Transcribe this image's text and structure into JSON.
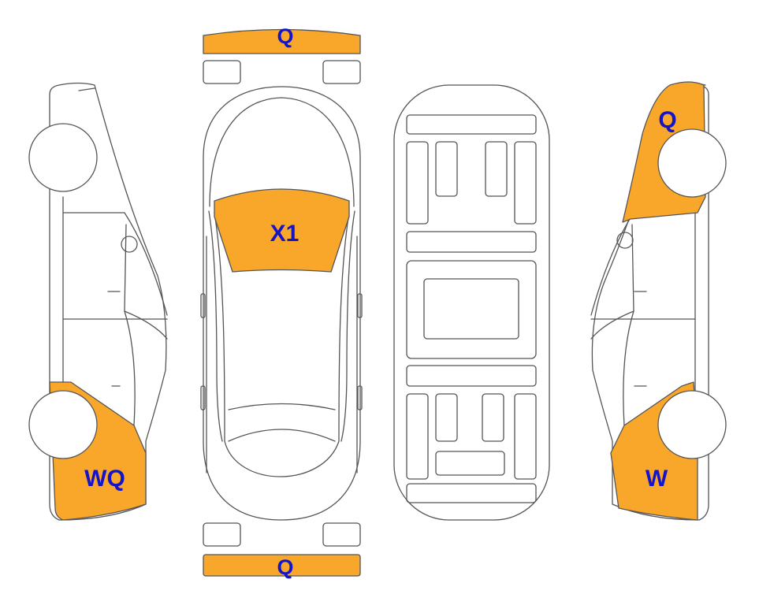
{
  "colors": {
    "damage_fill": "#F9A72B",
    "outline": "#555555",
    "label": "#1414C8",
    "background": "#FFFFFF"
  },
  "zones": {
    "front_bumper": {
      "label": "Q",
      "damaged": true
    },
    "rear_bumper": {
      "label": "Q",
      "damaged": true
    },
    "windshield": {
      "label": "X1",
      "damaged": true
    },
    "left_rear_quarter": {
      "label": "WQ",
      "damaged": true
    },
    "right_front_fender": {
      "label": "Q",
      "damaged": true
    },
    "right_rear_quarter": {
      "label": "W",
      "damaged": true
    }
  }
}
